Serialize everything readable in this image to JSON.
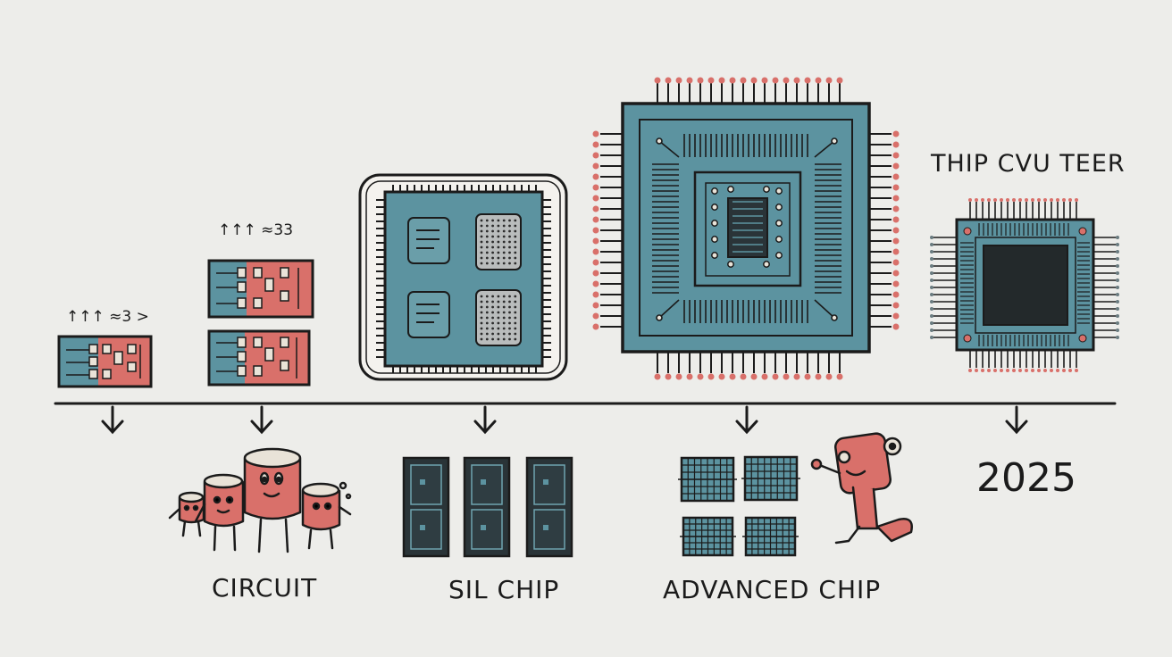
{
  "colors": {
    "background": "#ededea",
    "ink": "#1b1b1b",
    "teal": "#5c93a0",
    "teal_dark": "#3f6f7c",
    "coral": "#d9706a",
    "chip_dark": "#2a3438"
  },
  "labels": {
    "circuit": "CIRCUIT",
    "sil_chip": "SIL CHIP",
    "advanced_chip": "ADVANCED CHIP",
    "year": "2025",
    "modern_chip": "THIP CVU TEER"
  },
  "scribbles": {
    "small_board": "↑↑↑ ≈3 >",
    "stacked_boards": "↑↑↑ ≈33"
  }
}
